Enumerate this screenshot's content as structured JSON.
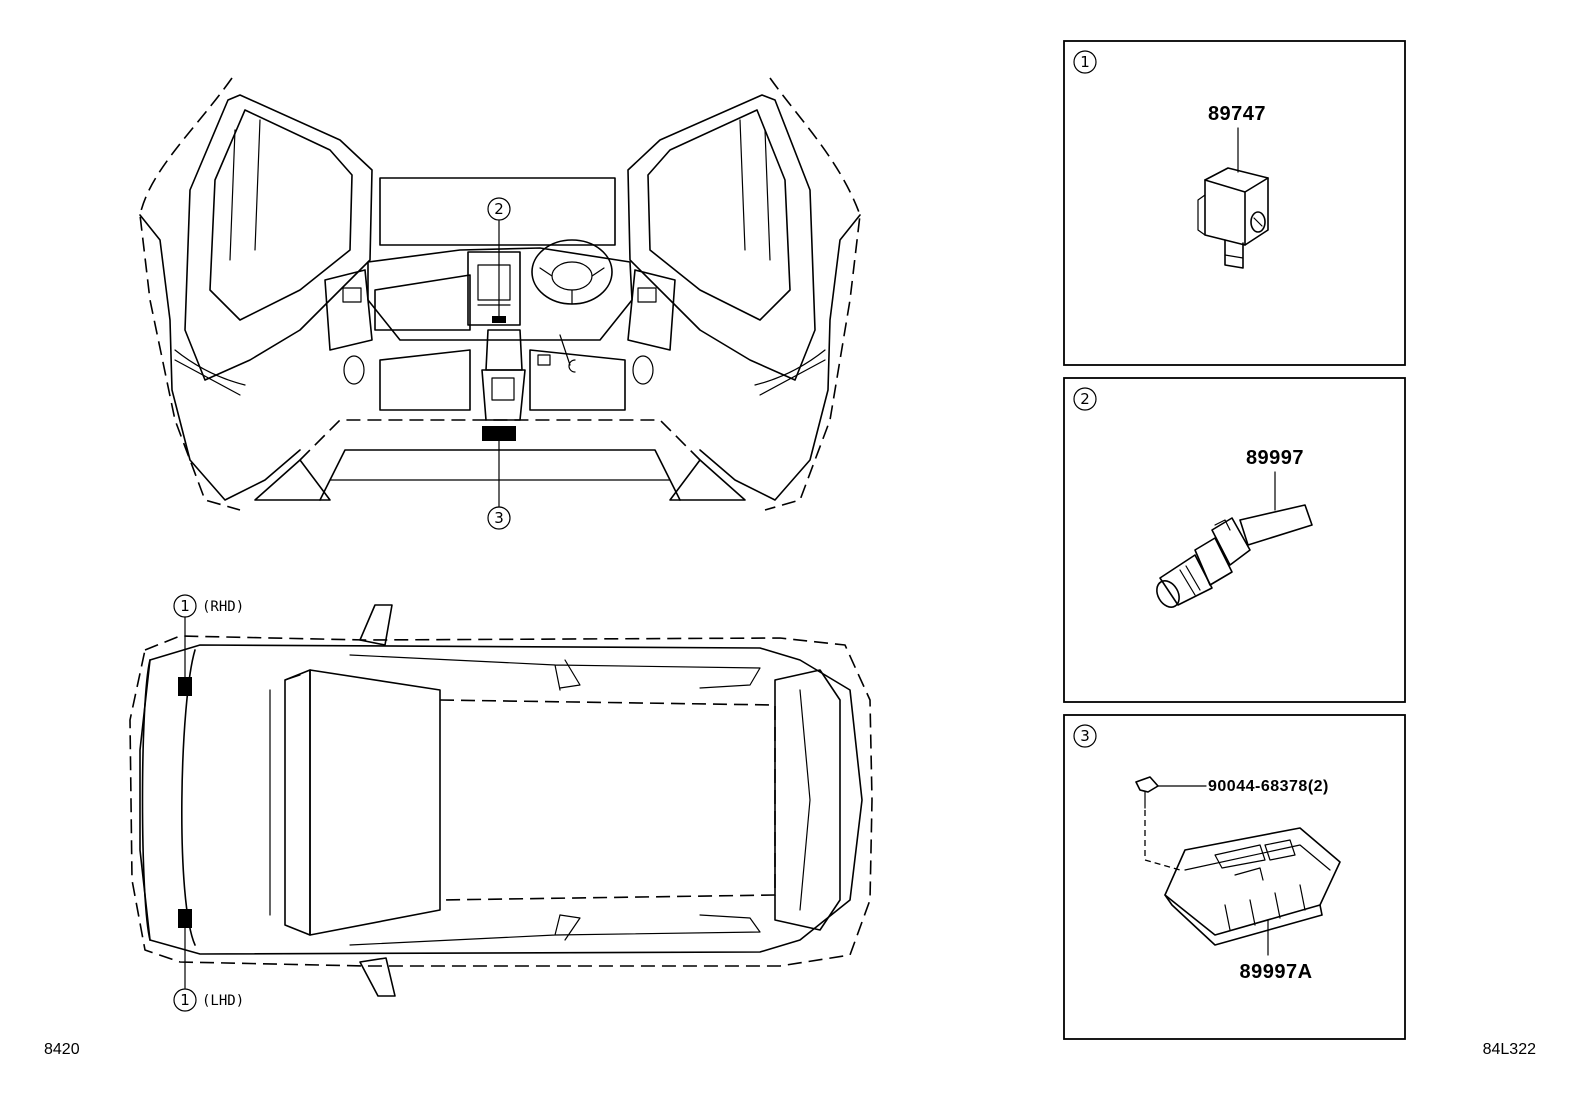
{
  "diagram_code_left": "8420",
  "diagram_code_right": "84L322",
  "interior_view": {
    "callout_top": "2",
    "callout_bottom": "3"
  },
  "top_view": {
    "callout_rhd_num": "1",
    "callout_rhd_note": "(RHD)",
    "callout_lhd_num": "1",
    "callout_lhd_note": "(LHD)"
  },
  "panels": [
    {
      "number": "1",
      "part_number": "89747"
    },
    {
      "number": "2",
      "part_number": "89997"
    },
    {
      "number": "3",
      "part_number": "89997A",
      "fastener": "90044-68378(2)"
    }
  ],
  "colors": {
    "line": "#000000",
    "background": "#ffffff"
  }
}
